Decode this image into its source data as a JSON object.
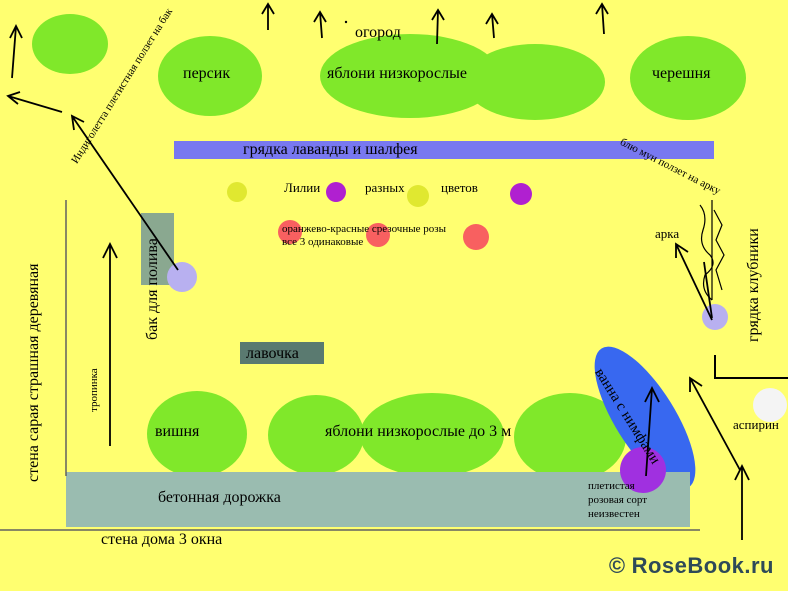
{
  "labels": {
    "garden": "огород",
    "peach": "персик",
    "apple_low_top": "яблони низкорослые",
    "sweet_cherry": "черешня",
    "lavender_bed": "грядка лаванды и шалфея",
    "lilies": "Лилии",
    "various": "разных",
    "colors": "цветов",
    "roses_line1": "оранжево-красные срезочные розы",
    "roses_line2": "все 3 одинаковые",
    "water_tank": "бак для полива",
    "bench": "лавочка",
    "arch": "арка",
    "blue_moon": "блю мун ползет на арку",
    "strawberry_bed": "грядка клубники",
    "shed_wall": "стена сарая страшная деревяная",
    "path": "тропинка",
    "indigoletta": "Индиголетта плетистная ползет на бак",
    "cherry": "вишня",
    "apple_low_bottom": "яблони низкорослые до 3 м",
    "bath_nymphs": "ванна с нимфами",
    "aspirin": "аспирин",
    "climbing_rose_1": "плетистая",
    "climbing_rose_2": "розовая сорт",
    "climbing_rose_3": "неизвестен",
    "concrete_path": "бетонная дорожка",
    "house_wall": "стена дома 3 окна"
  },
  "watermark": {
    "symbol": "©",
    "text": "RoseBook.ru"
  },
  "colors": {
    "background": "#ffff70",
    "tree_green": "#80e82a",
    "lavender_bar": "#7878f0",
    "lily_yellow": "#e0e830",
    "lily_purple": "#b020d0",
    "rose_red": "#f86060",
    "tank_gray": "#8aa890",
    "bench_gray": "#5a7a70",
    "concrete": "#9abcb0",
    "bath_blue": "#3868f0",
    "climbing_rose_purple": "#a030e0",
    "lavender_light": "#b8b0f0"
  }
}
